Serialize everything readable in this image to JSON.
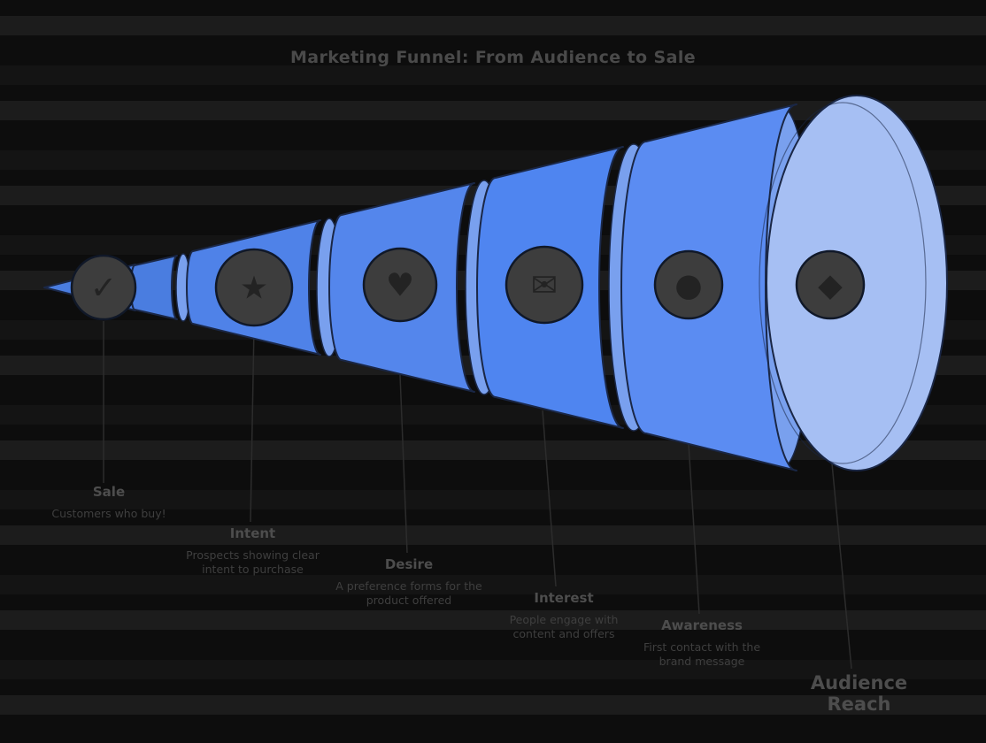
{
  "title": "Marketing Funnel: From Audience to Sale",
  "colors": {
    "background": "#0d0d0d",
    "band": "#1c1c1c",
    "band2": "#141414",
    "outline": "#1a2746",
    "tip": "#4a7de0",
    "seg1": "#4a7de0",
    "seg2": "#4f82e8",
    "seg3": "#5486ec",
    "seg4": "#4f85f0",
    "seg5": "#5b8cf2",
    "face": "#a6bff3",
    "rim": "#79a0ee",
    "badge": "#3d3d3d",
    "badge_ring": "#101828",
    "glyph": "#232323",
    "leader": "#2c2c2c",
    "title_text": "#4a4a4a",
    "label_name": "#4d4d4d",
    "label_desc": "#3f3f3f"
  },
  "funnel": {
    "stages": [
      {
        "name": "Sale",
        "desc": "Customers who buy!",
        "icon": "check-icon",
        "icon_glyph": "✓"
      },
      {
        "name": "Intent",
        "desc": "Prospects showing clear intent to purchase",
        "icon": "star-icon",
        "icon_glyph": "★"
      },
      {
        "name": "Desire",
        "desc": "A preference forms for the product offered",
        "icon": "heart-icon",
        "icon_glyph": "♥"
      },
      {
        "name": "Interest",
        "desc": "People engage with content and offers",
        "icon": "mail-icon",
        "icon_glyph": "✉"
      },
      {
        "name": "Awareness",
        "desc": "First contact with the brand message",
        "icon": "dot-icon",
        "icon_glyph": "●"
      },
      {
        "name": "Audience Reach",
        "desc": "",
        "icon": "diamond-icon",
        "icon_glyph": "◆"
      }
    ]
  }
}
